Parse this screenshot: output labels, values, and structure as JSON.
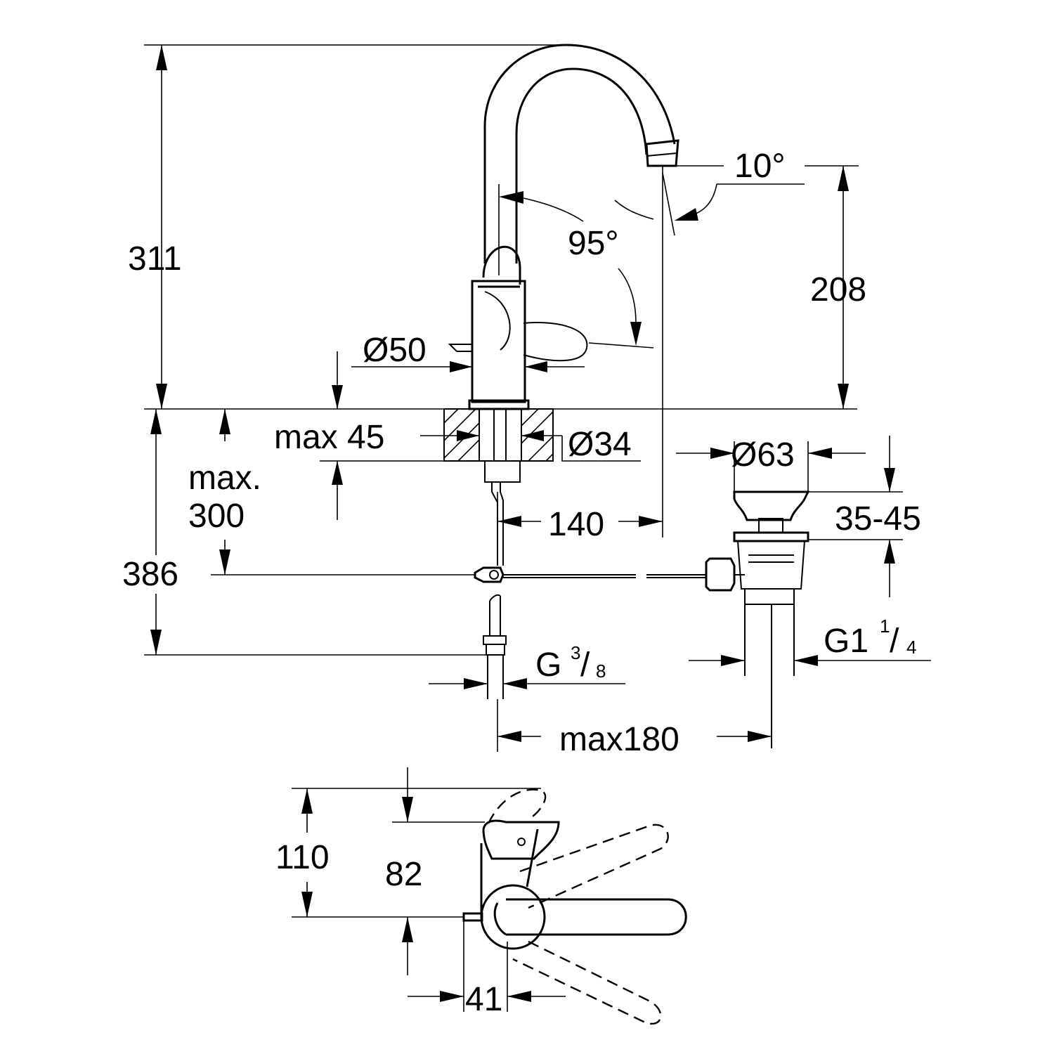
{
  "dimensions": {
    "height_total": "311",
    "spout_height": "208",
    "spout_angle": "10°",
    "lever_angle": "95°",
    "body_diameter": "Ø50",
    "deck_max": "max 45",
    "hole_diameter": "Ø34",
    "waste_diameter": "Ø63",
    "waste_range": "35-45",
    "reach": "140",
    "max300_line1": "max.",
    "max300_line2": "300",
    "below_deck": "386",
    "connection_main": "G",
    "connection_num": "3",
    "connection_den": "8",
    "waste_thread_main": "G1",
    "waste_thread_num": "1",
    "waste_thread_den": "4",
    "max_distance": "max180",
    "top_height": "110",
    "top_lever": "82",
    "top_depth": "41"
  }
}
